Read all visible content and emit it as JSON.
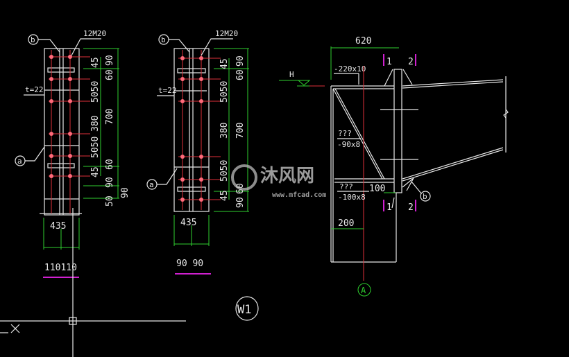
{
  "left_detail": {
    "callout_b": "b",
    "callout_a": "a",
    "bolts": "12M20",
    "thickness": "t=22",
    "dims_inner": [
      "45",
      "5050",
      "380",
      "5050",
      "45",
      "90",
      "50"
    ],
    "dims_outer": [
      "90",
      "60",
      "700",
      "60",
      "90"
    ],
    "width_dims": "435",
    "bottom_label": "110110"
  },
  "middle_detail": {
    "callout_b": "b",
    "callout_a": "a",
    "bolts": "12M20",
    "thickness": "t=22",
    "dims_inner": [
      "45",
      "5050",
      "380",
      "5050",
      "45"
    ],
    "dims_outer": [
      "90",
      "60",
      "700",
      "60",
      "90"
    ],
    "width_dims": "435",
    "bottom_label": "90 90"
  },
  "elevation": {
    "top_dim": "620",
    "level_mark": "H",
    "top_plate": "-220x10",
    "stiffener_q": "???",
    "stiffener": "-90x8",
    "bottom_plate_q": "???",
    "bottom_plate": "-100x8",
    "dim_100": "100",
    "dim_200": "200",
    "section_1": "1",
    "section_2": "2",
    "callout_b": "b",
    "axis_label": "A"
  },
  "drawing_label": "W1",
  "watermark": {
    "logo": "沐风网",
    "url": "www.mfcad.com"
  },
  "colors": {
    "background": "#000000",
    "line": "#e8e8e8",
    "dimension": "#2fd02f",
    "center": "#e0303a",
    "section": "#d020d0"
  }
}
